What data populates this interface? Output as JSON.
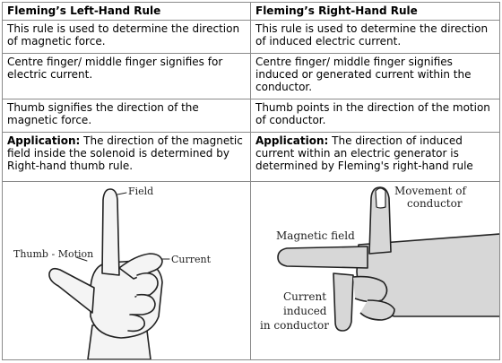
{
  "headers": {
    "left": "Fleming’s Left-Hand Rule",
    "right": "Fleming’s Right-Hand Rule"
  },
  "rows": [
    {
      "left": "This rule is used to determine the direction of magnetic force.",
      "right": "This rule is used to determine the direction of induced electric current."
    },
    {
      "left": "Centre finger/ middle finger signifies for electric current.",
      "right": "Centre finger/ middle finger signifies induced or generated current within the conductor."
    },
    {
      "left": "Thumb signifies the direction of the magnetic force.",
      "right": "Thumb points in the direction of the motion of conductor."
    }
  ],
  "application": {
    "label": "Application:",
    "left": " The direction of the magnetic field inside the solenoid is determined by Right-hand thumb rule.",
    "right": " The direction of induced current within an electric generator is determined by Fleming's right-hand rule"
  },
  "figures": {
    "left_hand": {
      "field": "Field",
      "thumb": "Thumb - Motion",
      "current": "Current"
    },
    "right_hand": {
      "movement_line1": "Movement of",
      "movement_line2": "conductor",
      "magnetic_field": "Magnetic field",
      "current_line1": "Current",
      "current_line2": "induced",
      "current_line3": "in conductor"
    }
  }
}
